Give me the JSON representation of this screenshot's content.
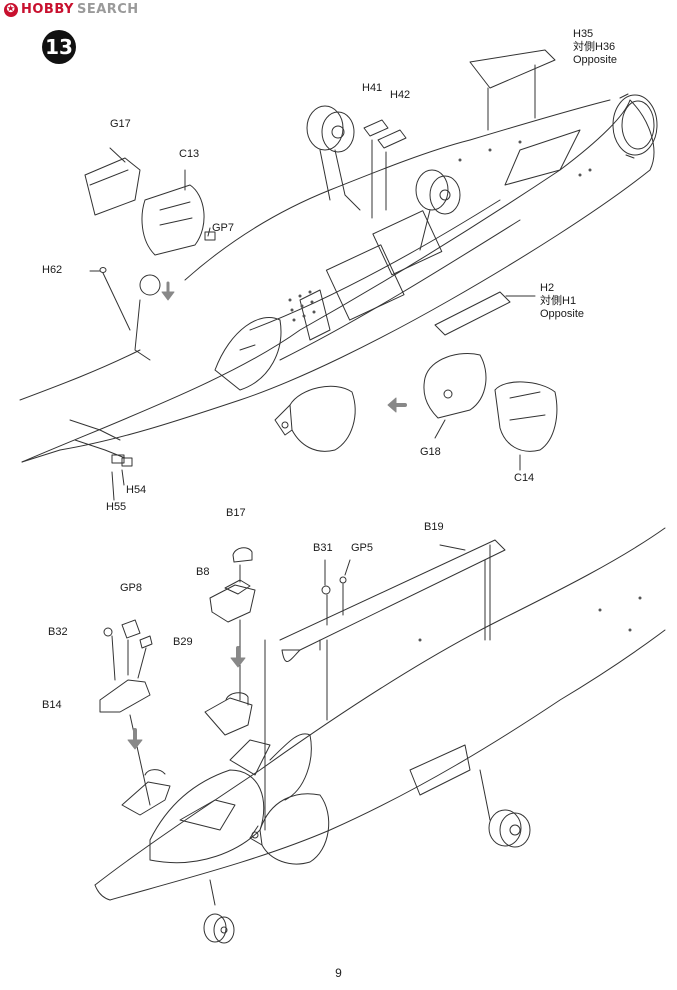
{
  "watermark": {
    "hobby": "HOBBY",
    "search": "SEARCH"
  },
  "step_number": "13",
  "page_number": "9",
  "parts_top": [
    {
      "id": "h35",
      "label": "H35",
      "sub1": "対側H36",
      "sub2": "Opposite"
    },
    {
      "id": "h41",
      "label": "H41"
    },
    {
      "id": "h42",
      "label": "H42"
    },
    {
      "id": "g17",
      "label": "G17"
    },
    {
      "id": "c13",
      "label": "C13"
    },
    {
      "id": "gp7",
      "label": "GP7"
    },
    {
      "id": "h62",
      "label": "H62"
    },
    {
      "id": "h2",
      "label": "H2",
      "sub1": "対側H1",
      "sub2": "Opposite"
    },
    {
      "id": "g18",
      "label": "G18"
    },
    {
      "id": "c14",
      "label": "C14"
    },
    {
      "id": "h54",
      "label": "H54"
    },
    {
      "id": "h55",
      "label": "H55"
    }
  ],
  "parts_bottom": [
    {
      "id": "b17",
      "label": "B17"
    },
    {
      "id": "b8",
      "label": "B8"
    },
    {
      "id": "b31",
      "label": "B31"
    },
    {
      "id": "gp5",
      "label": "GP5"
    },
    {
      "id": "b19",
      "label": "B19"
    },
    {
      "id": "gp8",
      "label": "GP8"
    },
    {
      "id": "b32",
      "label": "B32"
    },
    {
      "id": "b29",
      "label": "B29"
    },
    {
      "id": "b14",
      "label": "B14"
    }
  ]
}
